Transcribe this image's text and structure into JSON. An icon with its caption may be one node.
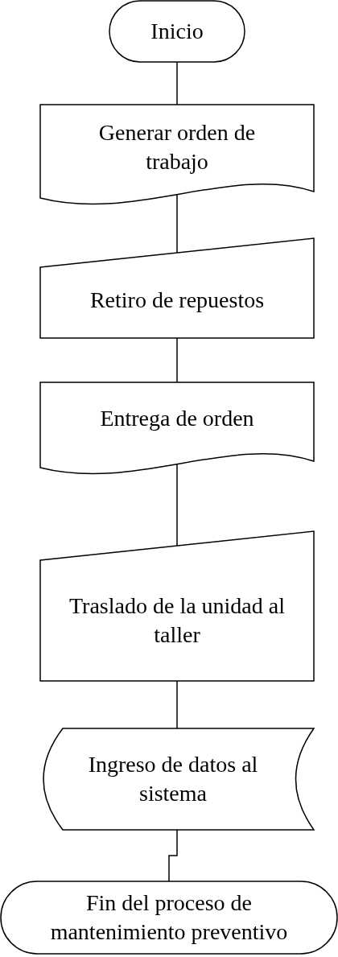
{
  "diagram": {
    "nodes": [
      {
        "text": [
          "Inicio"
        ]
      },
      {
        "text": [
          "Generar orden de trabajo"
        ]
      },
      {
        "text": [
          "Retiro de repuestos"
        ]
      },
      {
        "text": [
          "Entrega de orden"
        ]
      },
      {
        "text": [
          "Traslado de la unidad al taller"
        ]
      },
      {
        "text": [
          "Ingreso de datos al sistema"
        ]
      },
      {
        "text": [
          "Fin del proceso de mantenimiento preventivo"
        ]
      }
    ],
    "edges": [
      {
        "from": 0,
        "to": 1,
        "arrow": "none"
      },
      {
        "from": 1,
        "to": 2,
        "arrow": "none"
      },
      {
        "from": 2,
        "to": 3,
        "arrow": "none"
      },
      {
        "from": 3,
        "to": 4,
        "arrow": "none"
      },
      {
        "from": 4,
        "to": 5,
        "arrow": "none"
      },
      {
        "from": 5,
        "to": 6,
        "arrow": "none"
      }
    ]
  }
}
